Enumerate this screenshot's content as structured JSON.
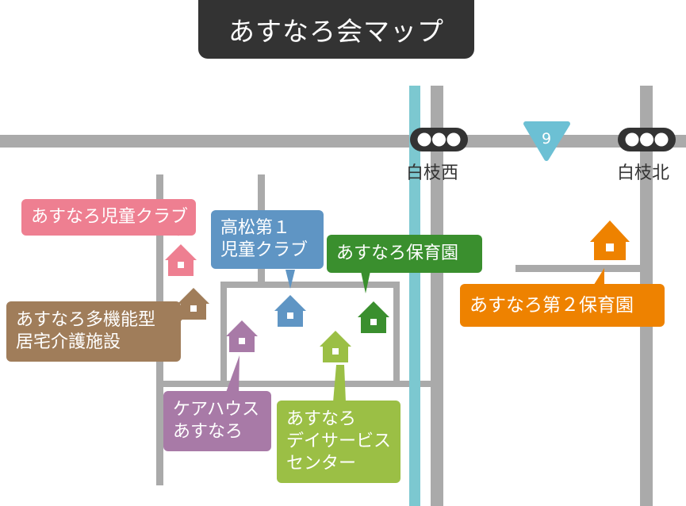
{
  "title": "あすなろ会マップ",
  "stations": {
    "shirae_nishi": "白枝西",
    "shirae_kita": "白枝北"
  },
  "route": {
    "number": "9"
  },
  "facilities": {
    "jido_club": {
      "lines": [
        "あすなろ児童クラブ"
      ],
      "color": "#ee7f91"
    },
    "takamatsu_club": {
      "lines": [
        "高松第１",
        "児童クラブ"
      ],
      "color": "#5f95c4"
    },
    "hoikuen": {
      "lines": [
        "あすなろ保育園"
      ],
      "color": "#3a8f2e"
    },
    "hoikuen2": {
      "lines": [
        "あすなろ第２保育園"
      ],
      "color": "#ee8200"
    },
    "takinou": {
      "lines": [
        "あすなろ多機能型",
        "居宅介護施設"
      ],
      "color": "#a07d5a"
    },
    "carehouse": {
      "lines": [
        "ケアハウス",
        "あすなろ"
      ],
      "color": "#a87aa7"
    },
    "dayservice": {
      "lines": [
        "あすなろ",
        "デイサービス",
        "センター"
      ],
      "color": "#9bbf45"
    }
  },
  "colors": {
    "road": "#aaaaaa",
    "river": "#7cc8d0",
    "title_bg": "#333333",
    "route_sign": "#6cc0d4"
  }
}
